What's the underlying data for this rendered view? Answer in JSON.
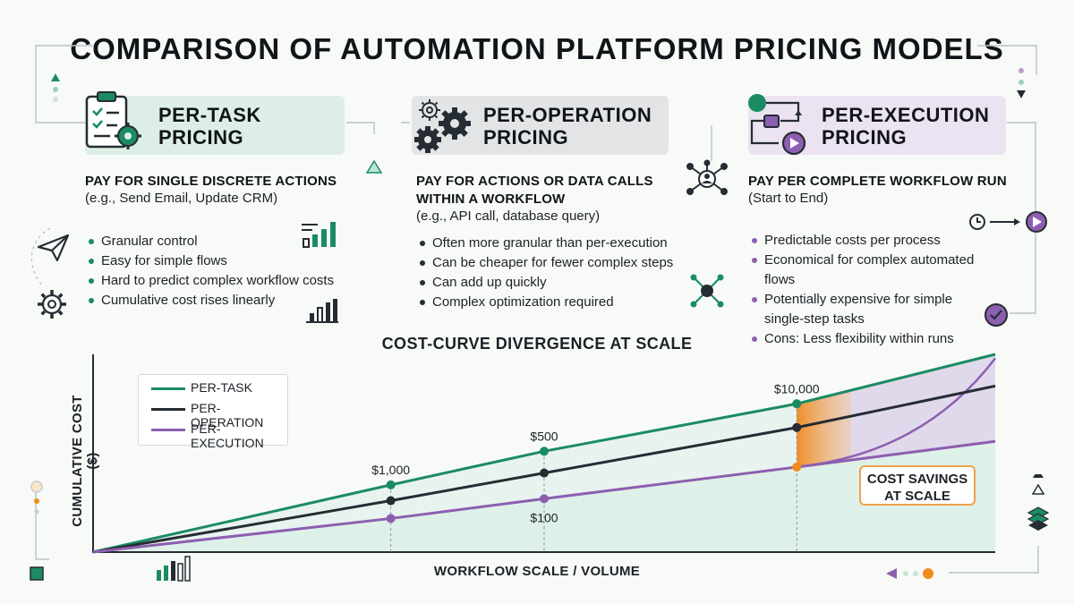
{
  "title": "COMPARISON OF AUTOMATION PLATFORM PRICING MODELS",
  "cards": [
    {
      "heading": "PER-TASK\nPRICING",
      "desc_title": "PAY FOR SINGLE DISCRETE ACTIONS",
      "desc_sub": "(e.g., Send Email, Update CRM)",
      "bullets": [
        "Granular control",
        "Easy for simple flows",
        "Hard to predict complex workflow costs",
        "Cumulative cost rises linearly"
      ],
      "color": "#1b8b63"
    },
    {
      "heading": "PER-OPERATION\nPRICING",
      "desc_title": "PAY FOR ACTIONS OR DATA CALLS\nWITHIN A WORKFLOW",
      "desc_sub": "(e.g., API call, database query)",
      "bullets": [
        "Often more granular than per-execution",
        "Can be cheaper for fewer complex steps",
        "Can add up quickly",
        "Complex optimization required"
      ],
      "color": "#262c33"
    },
    {
      "heading": "PER-EXECUTION\nPRICING",
      "desc_title": "PAY PER COMPLETE WORKFLOW RUN",
      "desc_sub": "(Start to End)",
      "bullets": [
        "Predictable costs per process",
        "Economical for complex automated flows",
        "Potentially expensive for simple\nsingle-step tasks",
        "Cons: Less flexibility within runs"
      ],
      "color": "#8d5fb0"
    }
  ],
  "chart_title": "COST-CURVE DIVERGENCE AT SCALE",
  "chart_data": {
    "type": "line",
    "title": "COST-CURVE DIVERGENCE AT SCALE",
    "xlabel": "WORKFLOW SCALE / VOLUME",
    "ylabel": "CUMULATIVE COST ($)",
    "legend_position": "top-left",
    "grid": false,
    "series": [
      {
        "name": "PER-TASK",
        "color": "#1b8b63",
        "values": [
          0,
          0.34,
          0.51,
          0.75,
          1.0
        ]
      },
      {
        "name": "PER-OPERATION",
        "color": "#262c33",
        "values": [
          0,
          0.26,
          0.4,
          0.63,
          0.84
        ]
      },
      {
        "name": "PER-EXECUTION",
        "color": "#8d5fb0",
        "values": [
          0,
          0.17,
          0.27,
          0.43,
          0.56
        ]
      }
    ],
    "x": [
      0,
      0.33,
      0.5,
      0.78,
      1.0
    ],
    "annotations": [
      {
        "text": "$1,000",
        "series": 0,
        "index": 1
      },
      {
        "text": "$500",
        "series": 0,
        "index": 2
      },
      {
        "text": "$100",
        "series": 2,
        "index": 2
      },
      {
        "text": "$10,000",
        "series": 0,
        "index": 3
      }
    ],
    "callout": "COST SAVINGS\nAT SCALE"
  }
}
